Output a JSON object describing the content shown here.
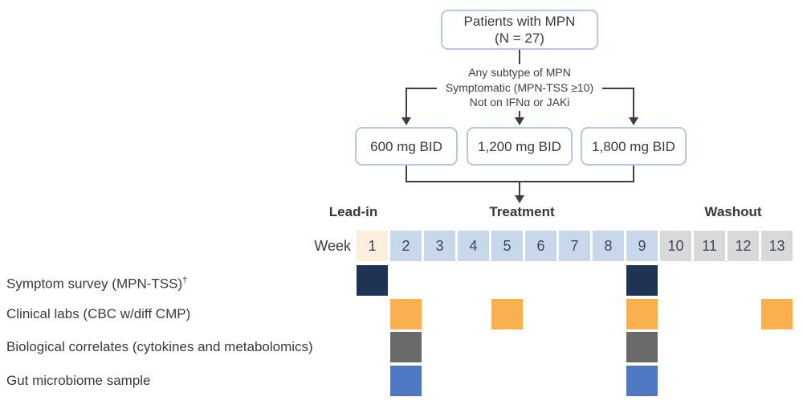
{
  "flowchart": {
    "top_box": {
      "line1": "Patients with MPN",
      "line2": "(N = 27)"
    },
    "criteria": [
      "Any subtype of MPN",
      "Symptomatic (MPN-TSS ≥10)",
      "Not on IFNα or JAKi"
    ],
    "dose_boxes": [
      "600 mg BID",
      "1,200 mg BID",
      "1,800 mg BID"
    ],
    "line_color": "#3f3f3f",
    "box_border_color": "#b3c7e6"
  },
  "timeline": {
    "week_label": "Week",
    "phases": [
      {
        "label": "Lead-in",
        "weeks": [
          1
        ],
        "cell_color": "#fbeedc"
      },
      {
        "label": "Treatment",
        "weeks": [
          2,
          3,
          4,
          5,
          6,
          7,
          8,
          9
        ],
        "cell_color": "#c9d7eb"
      },
      {
        "label": "Washout",
        "weeks": [
          10,
          11,
          12,
          13
        ],
        "cell_color": "#d9d9d9"
      }
    ]
  },
  "assessments": [
    {
      "label": "Symptom survey (MPN-TSS)",
      "superscript": "†",
      "color": "#1f3455",
      "weeks": [
        1,
        9
      ]
    },
    {
      "label": "Clinical labs (CBC w/diff CMP)",
      "superscript": "",
      "color": "#f9b04f",
      "weeks": [
        2,
        5,
        9,
        13
      ]
    },
    {
      "label": "Biological correlates (cytokines and metabolomics)",
      "superscript": "",
      "color": "#6a6a6a",
      "weeks": [
        2,
        9
      ]
    },
    {
      "label": "Gut microbiome sample",
      "superscript": "",
      "color": "#4e79c2",
      "weeks": [
        2,
        9
      ]
    }
  ]
}
